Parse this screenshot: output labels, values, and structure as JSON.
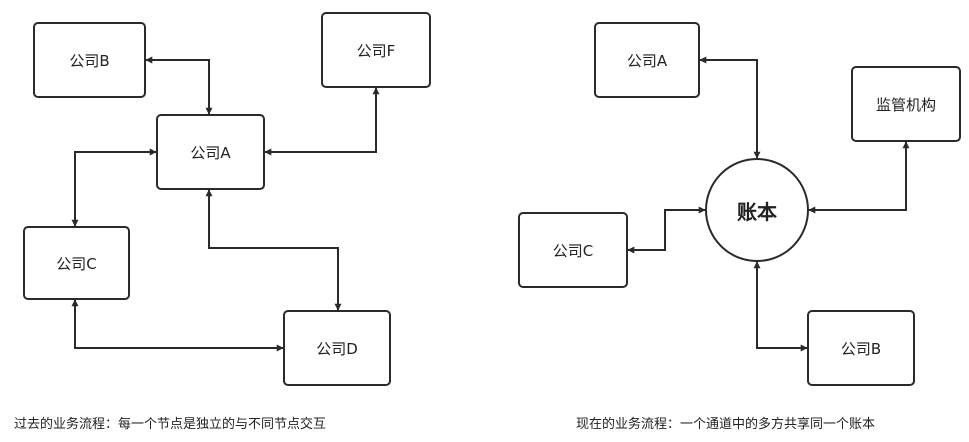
{
  "left_diagram": {
    "company_a": "公司A",
    "company_b": "公司B",
    "company_c": "公司C",
    "company_d": "公司D",
    "company_f": "公司F",
    "caption": "过去的业务流程：每一个节点是独立的与不同节点交互"
  },
  "right_diagram": {
    "ledger": "账本",
    "company_a": "公司A",
    "company_b": "公司B",
    "company_c": "公司C",
    "regulator": "监管机构",
    "caption": "现在的业务流程：一个通道中的多方共享同一个账本"
  }
}
